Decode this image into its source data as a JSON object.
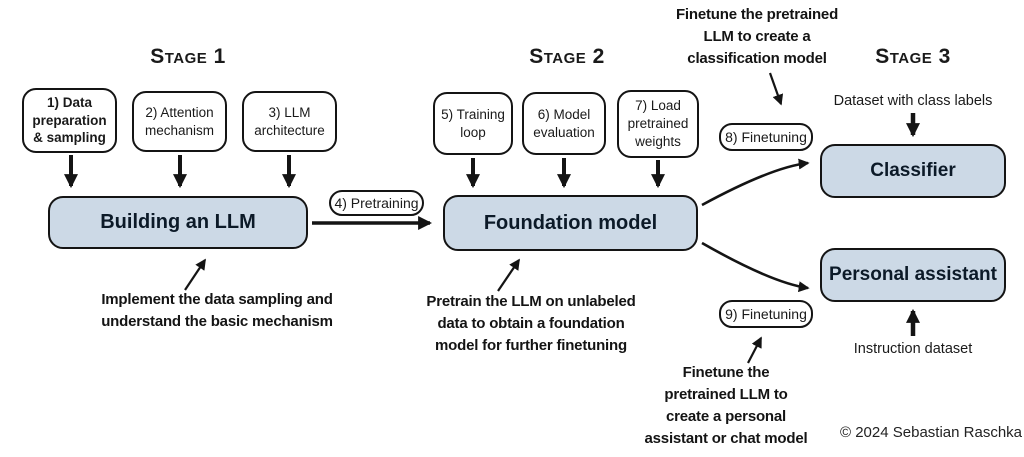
{
  "headings": {
    "stage1": "Stage 1",
    "stage2": "Stage 2",
    "stage3": "Stage 3"
  },
  "step_boxes": {
    "s1": "1) Data\npreparation\n& sampling",
    "s2": "2) Attention\nmechanism",
    "s3": "3) LLM\narchitecture",
    "s4": "4) Pretraining",
    "s5": "5) Training\nloop",
    "s6": "6) Model\nevaluation",
    "s7": "7) Load\npretrained\nweights",
    "s8": "8) Finetuning",
    "s9": "9) Finetuning"
  },
  "main_boxes": {
    "building": "Building an LLM",
    "foundation": "Foundation model",
    "classifier": "Classifier",
    "assistant": "Personal assistant"
  },
  "annotations": {
    "implement": "Implement the data sampling and\nunderstand the basic mechanism",
    "pretrain": "Pretrain the LLM on unlabeled\ndata to obtain a foundation\nmodel for further finetuning",
    "finetune_classification": "Finetune the pretrained\nLLM to create a\nclassification model",
    "finetune_assistant": "Finetune the\npretrained LLM to\ncreate a personal\nassistant or chat model",
    "dataset_class_labels": "Dataset with class labels",
    "instruction_dataset": "Instruction dataset",
    "copyright": "© 2024 Sebastian Raschka"
  },
  "colors": {
    "main_box_fill": "#ccd9e6",
    "box_border": "#141414",
    "main_box_text": "#0c1a28",
    "background": "#ffffff"
  }
}
